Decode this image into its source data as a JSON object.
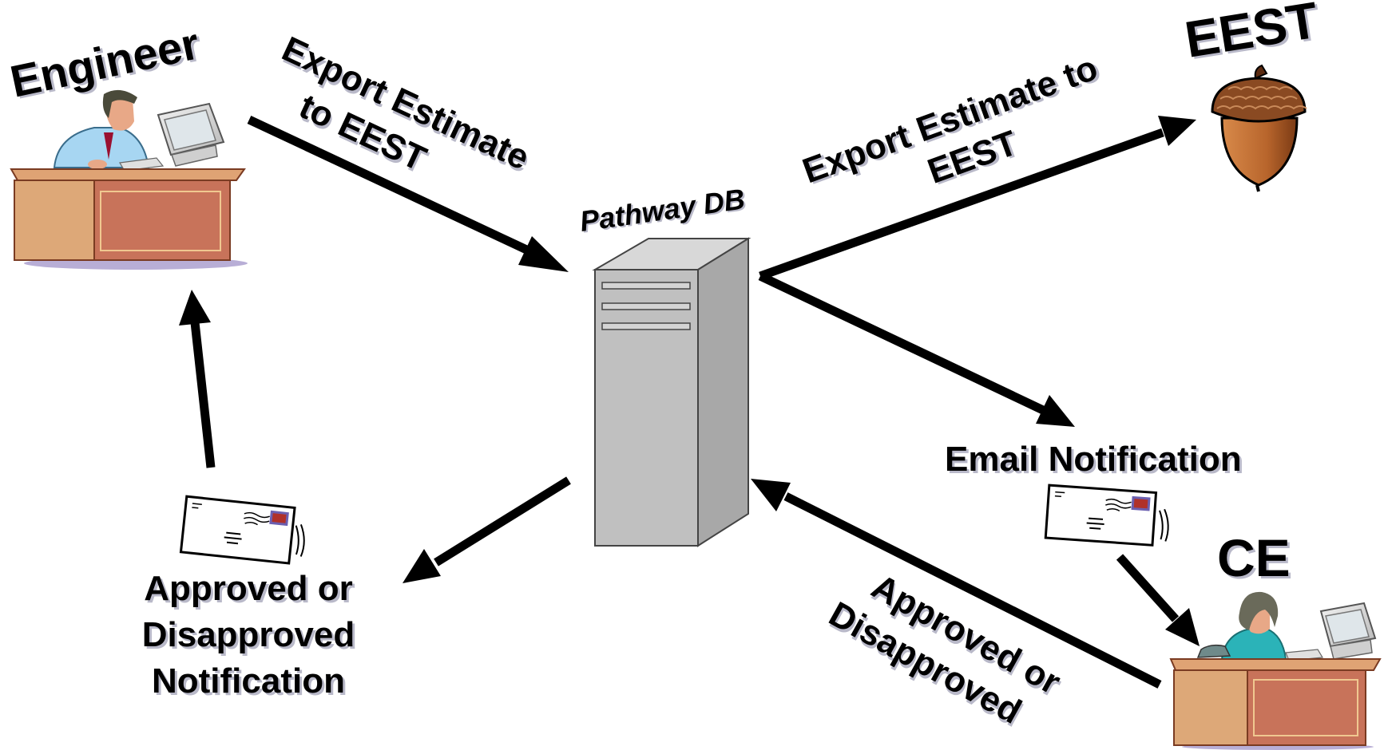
{
  "labels": {
    "engineer": "Engineer",
    "eest": "EEST",
    "ce": "CE",
    "pathway_db": "Pathway DB",
    "export_left_line1": "Export Estimate",
    "export_left_line2": "to EEST",
    "export_right_line1": "Export Estimate to",
    "export_right_line2": "EEST",
    "email_notification": "Email Notification",
    "approved_left_line1": "Approved or",
    "approved_left_line2": "Disapproved",
    "approved_left_line3": "Notification",
    "approved_right_line1": "Approved or",
    "approved_right_line2": "Disapproved"
  },
  "colors": {
    "arrow": "#000000",
    "server_face": "#c0c0c0",
    "server_side": "#a8a8a8",
    "desk_front": "#c8735a",
    "desk_top": "#dfa374",
    "acorn_cap": "#8a4a22",
    "acorn_body": "#b8652c",
    "shirt_engineer": "#9fd3f0",
    "shirt_ce": "#2bb3b8"
  },
  "icons": [
    "engineer-at-desk-icon",
    "acorn-icon",
    "server-tower-icon",
    "envelope-icon",
    "ce-at-desk-icon"
  ]
}
